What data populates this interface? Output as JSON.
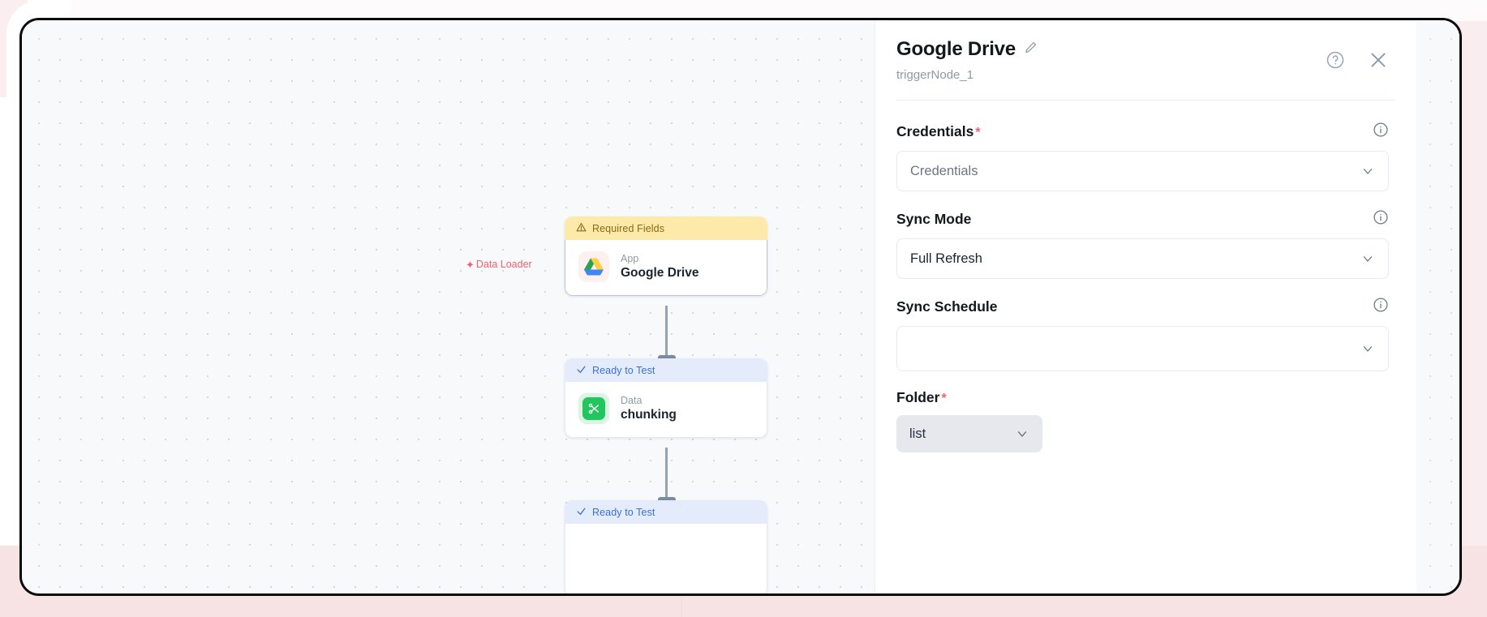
{
  "panel": {
    "title": "Google Drive",
    "edit_icon": "pencil-icon",
    "subtitle": "triggerNode_1",
    "help_icon": "help-circle-icon",
    "close_icon": "close-icon",
    "fields": [
      {
        "label": "Credentials",
        "required": true,
        "required_mark": "*",
        "info_icon": "info-icon",
        "control": "select",
        "value": "",
        "placeholder": "Credentials",
        "chevron": "chevron-down-icon"
      },
      {
        "label": "Sync Mode",
        "required": false,
        "required_mark": "",
        "info_icon": "info-icon",
        "control": "select",
        "value": "Full Refresh",
        "placeholder": "",
        "chevron": "chevron-down-icon"
      },
      {
        "label": "Sync Schedule",
        "required": false,
        "required_mark": "",
        "info_icon": "info-icon",
        "control": "select",
        "value": "",
        "placeholder": "",
        "chevron": "chevron-down-icon"
      },
      {
        "label": "Folder",
        "required": true,
        "required_mark": "*",
        "info_icon": "",
        "control": "mode-select",
        "value": "list",
        "placeholder": "",
        "chevron": "chevron-down-icon"
      }
    ]
  },
  "canvas": {
    "edge_tag": {
      "label": "Data Loader",
      "icon": "sparkle-icon",
      "color": "#f4606a"
    },
    "nodes": [
      {
        "badge": "Required Fields",
        "badge_icon": "warning-triangle-icon",
        "badge_state": "warning",
        "kicker": "App",
        "title": "Google Drive",
        "icon": "google-drive-icon"
      },
      {
        "badge": "Ready to Test",
        "badge_icon": "check-icon",
        "badge_state": "ready",
        "kicker": "Data",
        "title": "chunking",
        "icon": "chunking-icon"
      },
      {
        "badge": "Ready to Test",
        "badge_icon": "check-icon",
        "badge_state": "ready",
        "kicker": "",
        "title": "",
        "icon": ""
      }
    ]
  },
  "colors": {
    "warning_badge_bg": "#fde9a9",
    "ready_badge_bg": "#e4ecfb",
    "ready_badge_text": "#3a6fd8",
    "accent_required": "#f4606a",
    "canvas_bg": "#f8f9fb"
  }
}
